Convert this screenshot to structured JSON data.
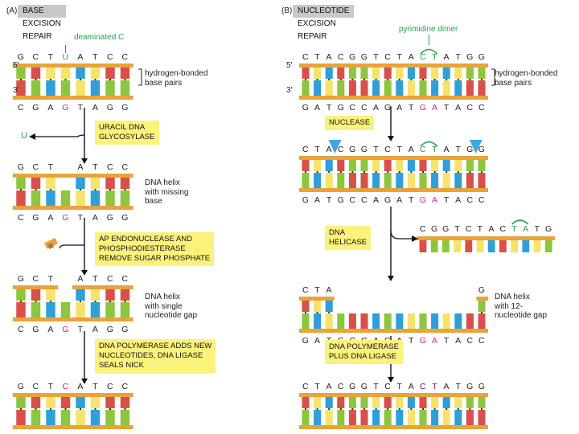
{
  "panel_a": {
    "letter": "(A)",
    "title": "BASE EXCISION REPAIR",
    "deaminated_label": "deaminated C",
    "end_5": "5'",
    "end_3": "3'",
    "released_base": "U",
    "seq_top": [
      [
        "G",
        "C",
        "T",
        "U",
        "A",
        "T",
        "C",
        "C"
      ],
      [
        "G",
        "C",
        "T",
        "",
        "A",
        "T",
        "C",
        "C"
      ],
      [
        "G",
        "C",
        "T",
        "",
        "A",
        "T",
        "C",
        "C"
      ],
      [
        "G",
        "C",
        "T",
        "C",
        "A",
        "T",
        "C",
        "C"
      ]
    ],
    "seq_bottom": [
      "C",
      "G",
      "A",
      "G",
      "T",
      "A",
      "G",
      "G"
    ],
    "step1": [
      "URACIL DNA",
      "GLYCOSYLASE"
    ],
    "step2": [
      "AP ENDONUCLEASE AND",
      "PHOSPHODIESTERASE",
      "REMOVE SUGAR PHOSPHATE"
    ],
    "step3": [
      "DNA POLYMERASE ADDS NEW",
      "NUCLEOTIDES, DNA LIGASE",
      "SEALS NICK"
    ],
    "note1": [
      "hydrogen-bonded",
      "base pairs"
    ],
    "note2": [
      "DNA helix",
      "with missing",
      "base"
    ],
    "note3": [
      "DNA helix",
      "with single",
      "nucleotide gap"
    ]
  },
  "panel_b": {
    "letter": "(B)",
    "title": "NUCLEOTIDE EXCISION REPAIR",
    "dimer_label": "pyrimidine dimer",
    "end_5": "5'",
    "end_3": "3'",
    "seq_top": [
      "C",
      "T",
      "A",
      "C",
      "G",
      "G",
      "T",
      "C",
      "T",
      "A",
      "C",
      "T",
      "A",
      "T",
      "G",
      "G"
    ],
    "seq_bottom": [
      "G",
      "A",
      "T",
      "G",
      "C",
      "C",
      "A",
      "G",
      "A",
      "T",
      "G",
      "A",
      "T",
      "A",
      "C",
      "C"
    ],
    "excised_seq": [
      "C",
      "G",
      "G",
      "T",
      "C",
      "T",
      "A",
      "C",
      "T",
      "A",
      "T",
      "G"
    ],
    "gap_seq_left": [
      "C",
      "T",
      "A"
    ],
    "gap_seq_right": [
      "G"
    ],
    "step1": [
      "NUCLEASE"
    ],
    "step2": [
      "DNA",
      "HELICASE"
    ],
    "step3": [
      "DNA POLYMERASE",
      "PLUS DNA LIGASE"
    ],
    "note1": [
      "hydrogen-bonded",
      "base pairs"
    ],
    "note2": [
      "DNA helix",
      "with 12-",
      "nucleotide gap"
    ]
  },
  "colors": {
    "backbone": "#e8a33a",
    "base_red": "#d8504b",
    "base_yellow": "#f5e36b",
    "base_blue": "#2f9fd8",
    "base_green": "#8cc63e",
    "dimer_magenta": "#c0298e",
    "annotation_green": "#2a9d4f",
    "label_yellow": "#fbf27c",
    "header_gray": "#c8c8c8",
    "nuclease_blue": "#3fa8e0"
  }
}
